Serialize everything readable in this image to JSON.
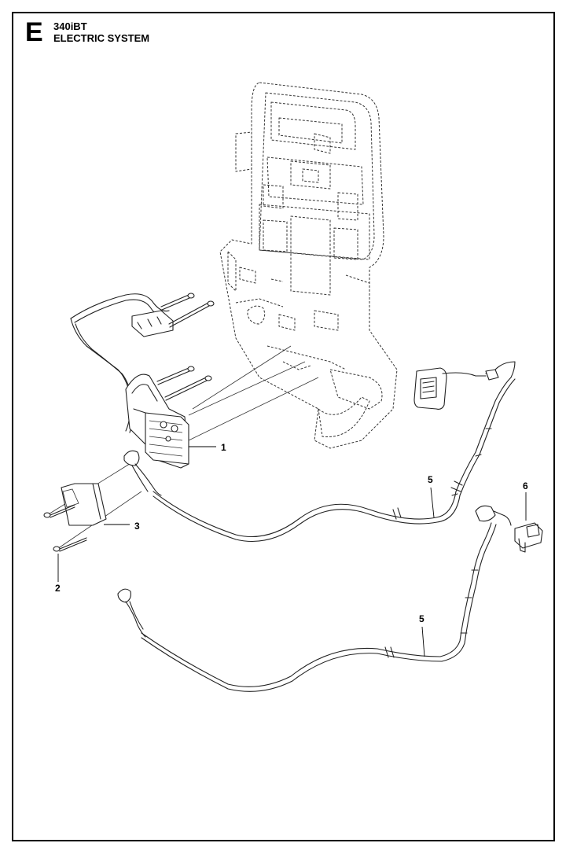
{
  "header": {
    "section_letter": "E",
    "model": "340iBT",
    "title": "ELECTRIC SYSTEM"
  },
  "callouts": {
    "c1": "1",
    "c2": "2",
    "c3": "3",
    "c5a": "5",
    "c5b": "5",
    "c6": "6"
  },
  "icons": {
    "parts": [
      "backpack-frame-icon",
      "battery-box-icon",
      "screw-icon",
      "bracket-icon",
      "cable-harness-icon",
      "control-switch-icon",
      "battery-indicator-icon"
    ]
  },
  "colors": {
    "line": "#222222",
    "background": "#ffffff"
  }
}
